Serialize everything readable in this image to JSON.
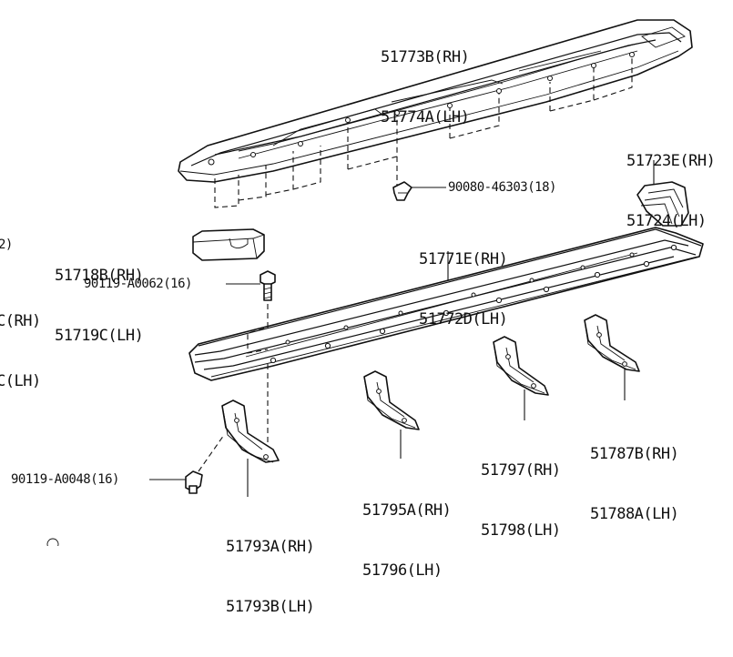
{
  "labels": {
    "upper_step_cover": [
      "51773B(RH)",
      "51774A(LH)"
    ],
    "clip_90080": "90080-46303(18)",
    "end_cover": [
      "51723E(RH)",
      "51724(LH)"
    ],
    "running_board": [
      "51771E(RH)",
      "51772D(LH)"
    ],
    "front_pad": [
      "51718B(RH)",
      "51719C(LH)"
    ],
    "bolt_90119_a0062": "90119-A0062(16)",
    "cut_left_a": "2)",
    "cut_left_b": [
      "C(RH)",
      "C(LH)"
    ],
    "bracket_51793": [
      "51793A(RH)",
      "51793B(LH)"
    ],
    "bolt_90119_a0048": "90119-A0048(16)",
    "bracket_51795": [
      "51795A(RH)",
      "51796(LH)"
    ],
    "bracket_51797": [
      "51797(RH)",
      "51798(LH)"
    ],
    "bracket_51787": [
      "51787B(RH)",
      "51788A(LH)"
    ]
  }
}
